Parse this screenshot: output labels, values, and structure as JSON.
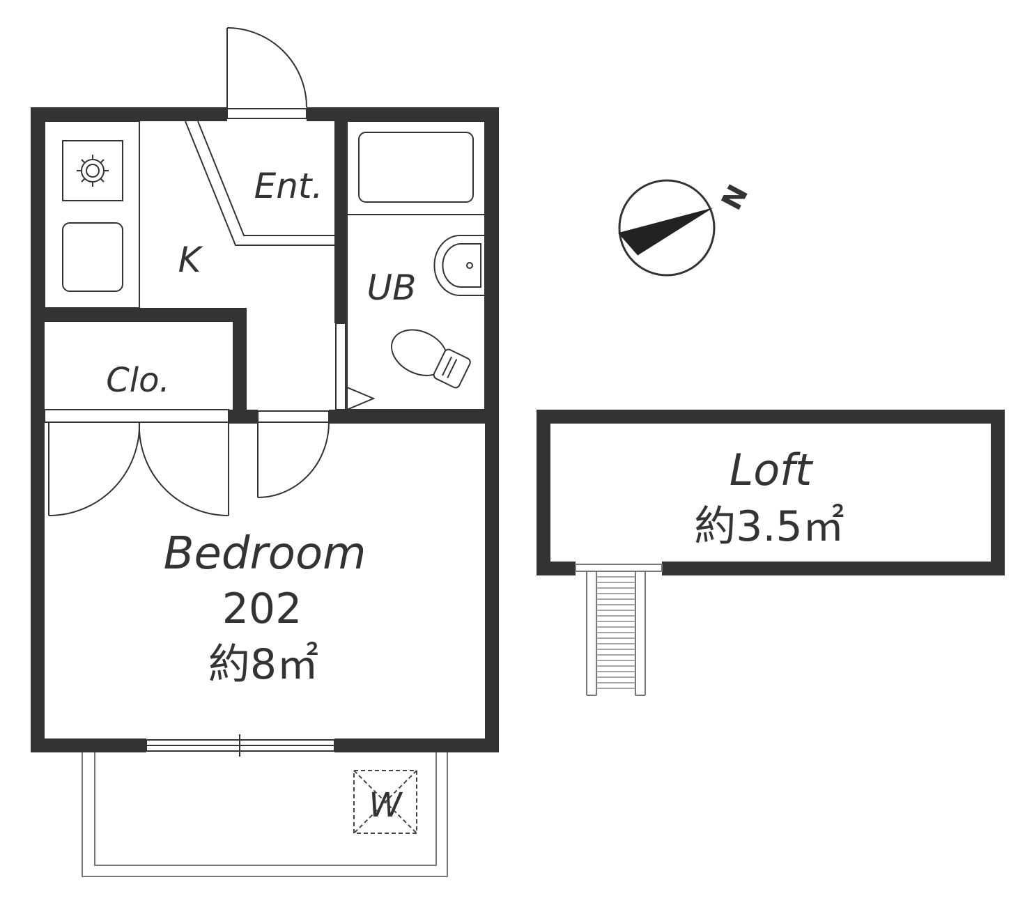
{
  "rooms": {
    "entrance": "Ent.",
    "kitchen": "K",
    "unit_bath": "UB",
    "closet": "Clo.",
    "bedroom": "Bedroom",
    "unit_number": "202",
    "bedroom_area": "約8㎡",
    "loft": "Loft",
    "loft_area": "約3.5㎡",
    "washer": "W"
  },
  "compass": {
    "north_label": "N"
  },
  "colors": {
    "wall": "#333333",
    "line": "#333333",
    "background": "#ffffff"
  }
}
